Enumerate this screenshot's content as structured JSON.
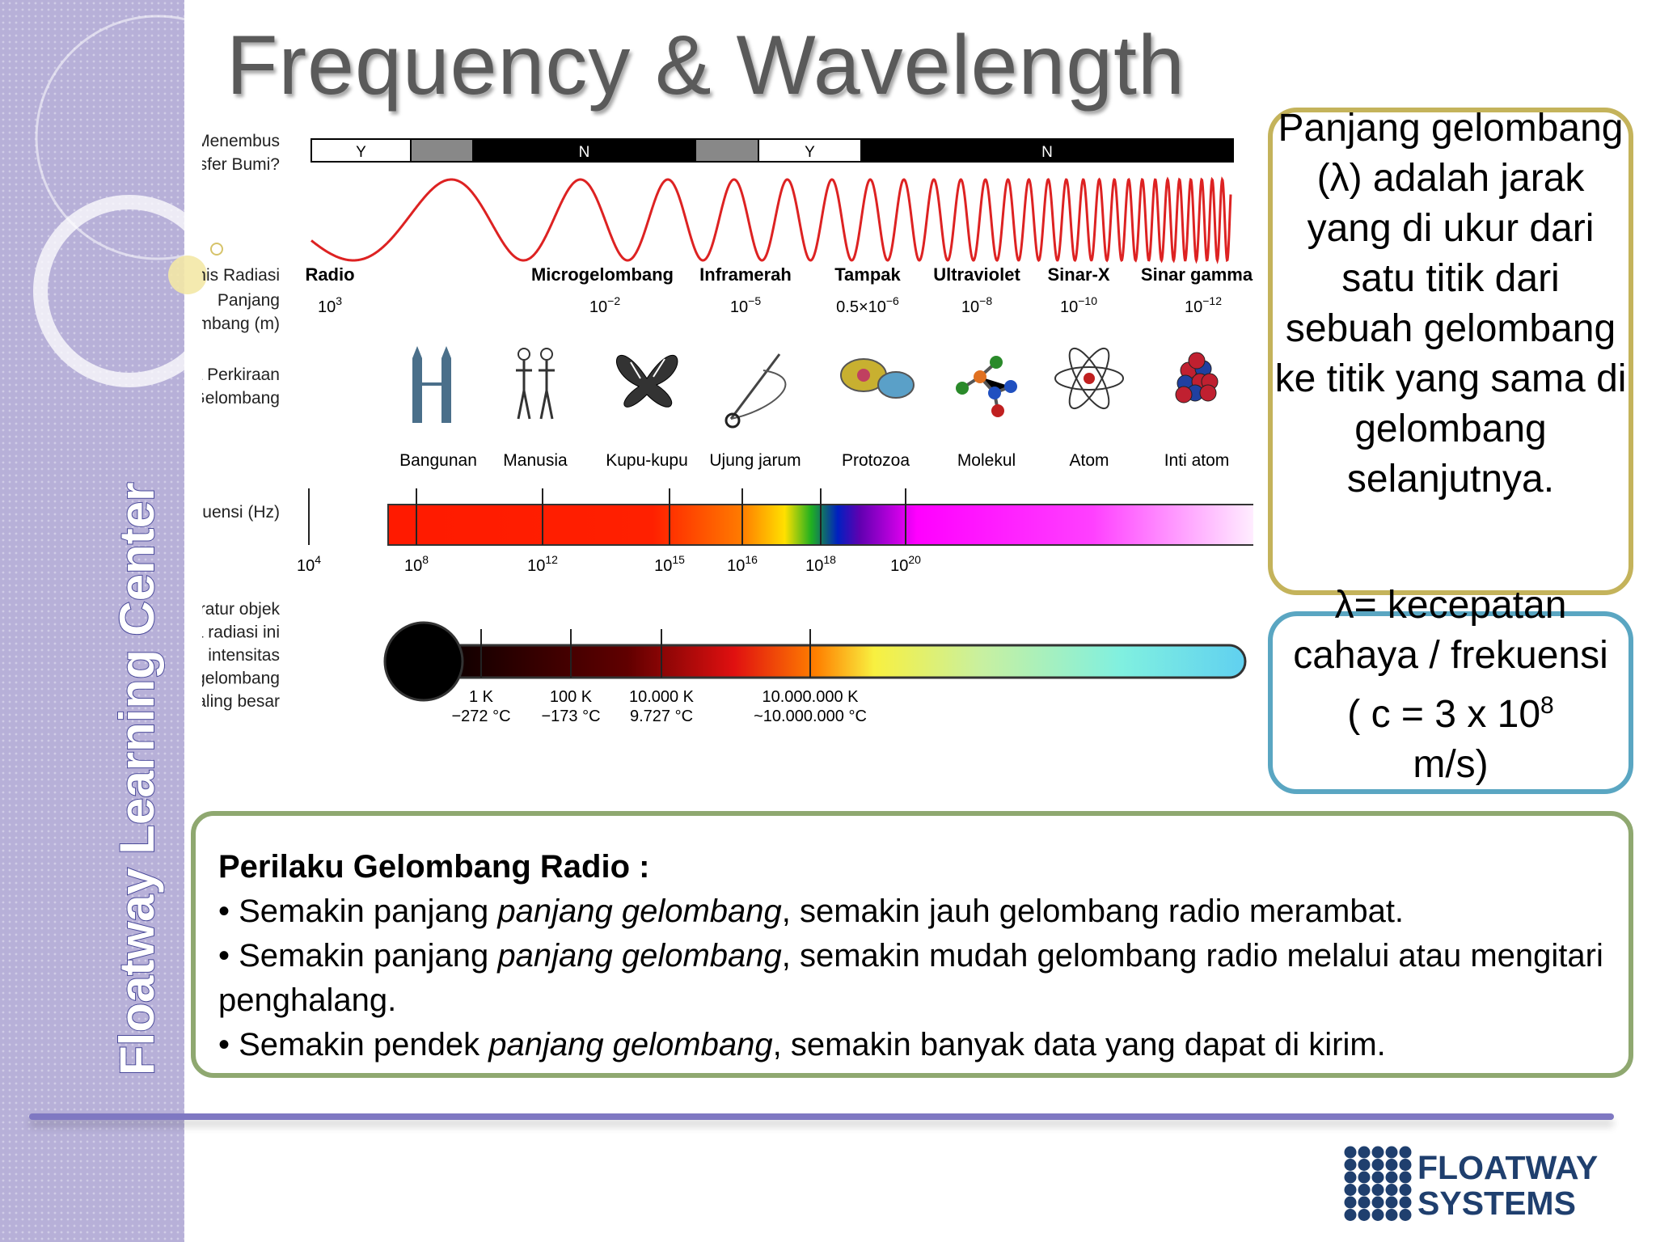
{
  "slide": {
    "title": "Frequency & Wavelength",
    "sidebar_label": "Floatway Learning Center",
    "colors": {
      "sidebar": "#b7b0d8",
      "definition_border": "#c4b35b",
      "formula_border": "#5aa6c2",
      "behavior_border": "#8fa870",
      "divider": "#7f78c2",
      "logo": "#1f3f6e"
    }
  },
  "diagram": {
    "row_labels": {
      "atmosphere": [
        "Menembus",
        "Atmosfer Bumi?"
      ],
      "radiation_type": "Jenis Radiasi",
      "wavelength": [
        "Panjang",
        "gelombang (m)"
      ],
      "scale": [
        "Skala Perkiraan",
        "Panjang Gelombang"
      ],
      "frequency": "Frekuensi (Hz)",
      "temperature": [
        "Temperatur objek",
        "ketika radiasi ini",
        "memiliki intensitas",
        "pancaran gelombang",
        "yang paling besar"
      ]
    },
    "atmosphere_segments": [
      {
        "label": "Y",
        "fill": "white"
      },
      {
        "label": "",
        "fill": "gray"
      },
      {
        "label": "N",
        "fill": "black"
      },
      {
        "label": "",
        "fill": "gray"
      },
      {
        "label": "Y",
        "fill": "white"
      },
      {
        "label": "N",
        "fill": "black"
      }
    ],
    "radiation_types": [
      "Radio",
      "Microgelombang",
      "Inframerah",
      "Tampak",
      "Ultraviolet",
      "Sinar-X",
      "Sinar gamma"
    ],
    "wavelengths": [
      {
        "base": "10",
        "exp": "3"
      },
      {
        "base": "10",
        "exp": "−2"
      },
      {
        "base": "10",
        "exp": "−5"
      },
      {
        "base": "0.5×10",
        "exp": "−6"
      },
      {
        "base": "10",
        "exp": "−8"
      },
      {
        "base": "10",
        "exp": "−10"
      },
      {
        "base": "10",
        "exp": "−12"
      }
    ],
    "scale_objects": [
      {
        "label": "Bangunan",
        "icon": "building-icon"
      },
      {
        "label": "Manusia",
        "icon": "human-icon"
      },
      {
        "label": "Kupu-kupu",
        "icon": "butterfly-icon"
      },
      {
        "label": "Ujung jarum",
        "icon": "needle-icon"
      },
      {
        "label": "Protozoa",
        "icon": "protozoa-icon"
      },
      {
        "label": "Molekul",
        "icon": "molecule-icon"
      },
      {
        "label": "Atom",
        "icon": "atom-icon"
      },
      {
        "label": "Inti atom",
        "icon": "nucleus-icon"
      }
    ],
    "frequency_ticks": [
      {
        "base": "10",
        "exp": "4"
      },
      {
        "base": "10",
        "exp": "8"
      },
      {
        "base": "10",
        "exp": "12"
      },
      {
        "base": "10",
        "exp": "15"
      },
      {
        "base": "10",
        "exp": "16"
      },
      {
        "base": "10",
        "exp": "18"
      },
      {
        "base": "10",
        "exp": "20"
      }
    ],
    "temperature_ticks": [
      {
        "k": "1 K",
        "c": "−272 °C"
      },
      {
        "k": "100 K",
        "c": "−173 °C"
      },
      {
        "k": "10.000 K",
        "c": "9.727 °C"
      },
      {
        "k": "10.000.000 K",
        "c": "~10.000.000 °C"
      }
    ]
  },
  "definition": "Panjang gelombang (λ) adalah jarak yang di ukur dari satu titik dari sebuah gelombang ke titik yang sama di gelombang selanjutnya.",
  "formula": {
    "line1": "λ= kecepatan cahaya / frekuensi",
    "line2_prefix": "( c = 3 x 10",
    "line2_exp": "8",
    "line2_suffix": "m/s)"
  },
  "behavior": {
    "title": "Perilaku Gelombang Radio :",
    "items": [
      {
        "pre": "• Semakin panjang ",
        "em": "panjang gelombang",
        "post": ", semakin jauh gelombang radio merambat."
      },
      {
        "pre": "• Semakin panjang ",
        "em": "panjang gelombang",
        "post": ", semakin mudah gelombang radio melalui atau mengitari penghalang."
      },
      {
        "pre": "• Semakin pendek ",
        "em": "panjang gelombang",
        "post": ", semakin banyak data yang dapat di kirim."
      }
    ]
  },
  "logo": {
    "line1": "FLOATWAY",
    "line2": "SYSTEMS"
  }
}
